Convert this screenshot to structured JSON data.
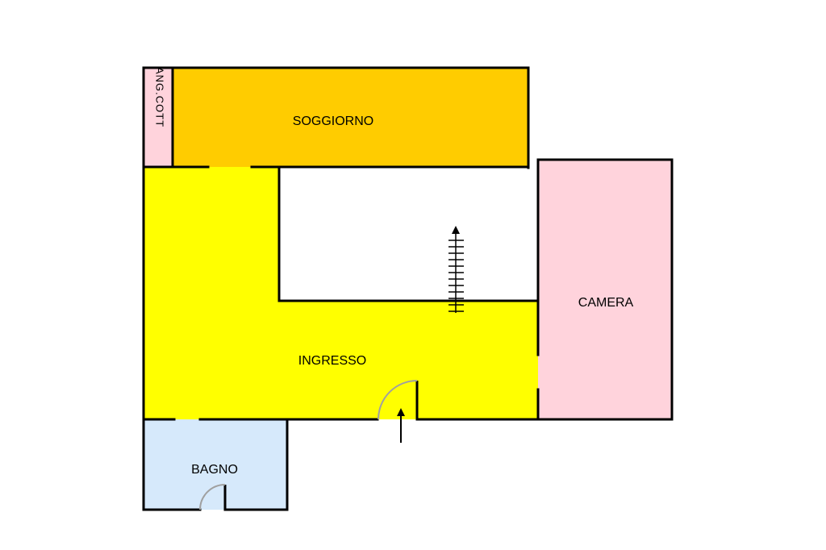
{
  "rooms": {
    "soggiorno": {
      "label": "SOGGIORNO"
    },
    "ang_cott": {
      "label": "ANG.COTT"
    },
    "ingresso": {
      "label": "INGRESSO"
    },
    "camera": {
      "label": "CAMERA"
    },
    "bagno": {
      "label": "BAGNO"
    }
  },
  "colors": {
    "soggiorno": "#ffcc00",
    "ingresso": "#ffff00",
    "camera": "#ffd3dc",
    "ang_cott": "#ffd3dc",
    "bagno": "#d6e9fb",
    "wall": "#000000",
    "door_arc": "#a0a0a0"
  },
  "icons": {
    "entrance": "entrance-arrow-icon",
    "stairs": "stairs-up-icon"
  }
}
